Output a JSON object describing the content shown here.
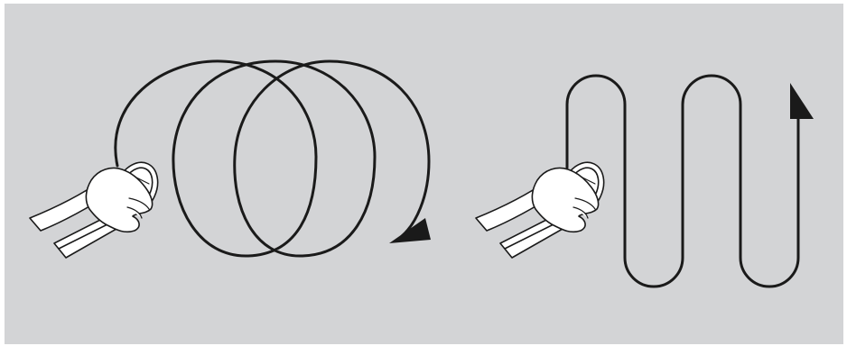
{
  "figure": {
    "background_color": "#d3d4d6",
    "line_color": "#1a1a1a",
    "hand_fill": "#ffffff",
    "panels": [
      {
        "id": "left",
        "pattern": "spiral-loops",
        "icon": "hand-holding-handheld-device-icon"
      },
      {
        "id": "right",
        "pattern": "serpentine-zigzag",
        "icon": "hand-holding-handheld-device-icon"
      }
    ]
  }
}
